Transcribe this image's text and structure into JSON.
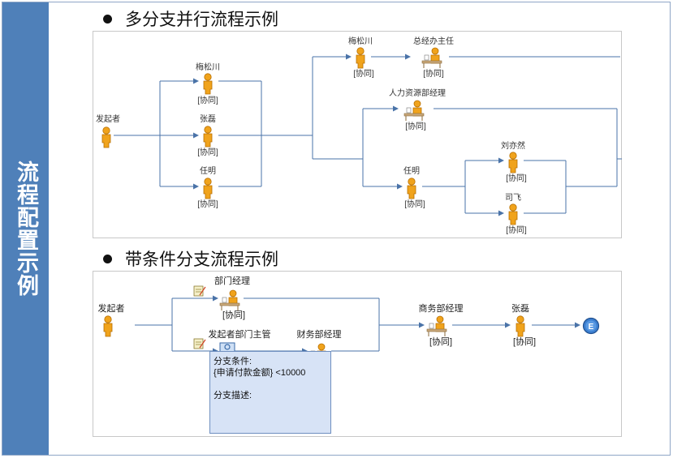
{
  "sidebar": {
    "title": "流程配置示例"
  },
  "section1": {
    "heading": "多分支并行流程示例",
    "initiator": "发起者",
    "nodes": [
      {
        "name": "梅松川",
        "tag": "[协同]"
      },
      {
        "name": "张磊",
        "tag": "[协同]"
      },
      {
        "name": "任明",
        "tag": "[协同]"
      },
      {
        "name": "梅松川",
        "tag": "[协同]"
      },
      {
        "name": "总经办主任",
        "tag": "[协同]"
      },
      {
        "name": "人力资源部经理",
        "tag": "[协同]"
      },
      {
        "name": "任明",
        "tag": "[协同]"
      },
      {
        "name": "刘亦然",
        "tag": "[协同]"
      },
      {
        "name": "司飞",
        "tag": "[协同]"
      }
    ]
  },
  "section2": {
    "heading": "带条件分支流程示例",
    "initiator": "发起者",
    "nodes": [
      {
        "name": "部门经理",
        "tag": "[协同]"
      },
      {
        "name": "发起者部门主管",
        "tag": ""
      },
      {
        "name": "财务部经理",
        "tag": ""
      },
      {
        "name": "商务部经理",
        "tag": "[协同]"
      },
      {
        "name": "张磊",
        "tag": "[协同]"
      }
    ],
    "end_label": "E",
    "condition_popup": {
      "cond_title": "分支条件:",
      "cond_value": "{申请付款金额} <10000",
      "desc_title": "分支描述:"
    }
  },
  "colors": {
    "sidebar": "#4f80b9",
    "person": "#f0a31c",
    "line": "#4a73a8",
    "end": "#3c7fd0"
  }
}
